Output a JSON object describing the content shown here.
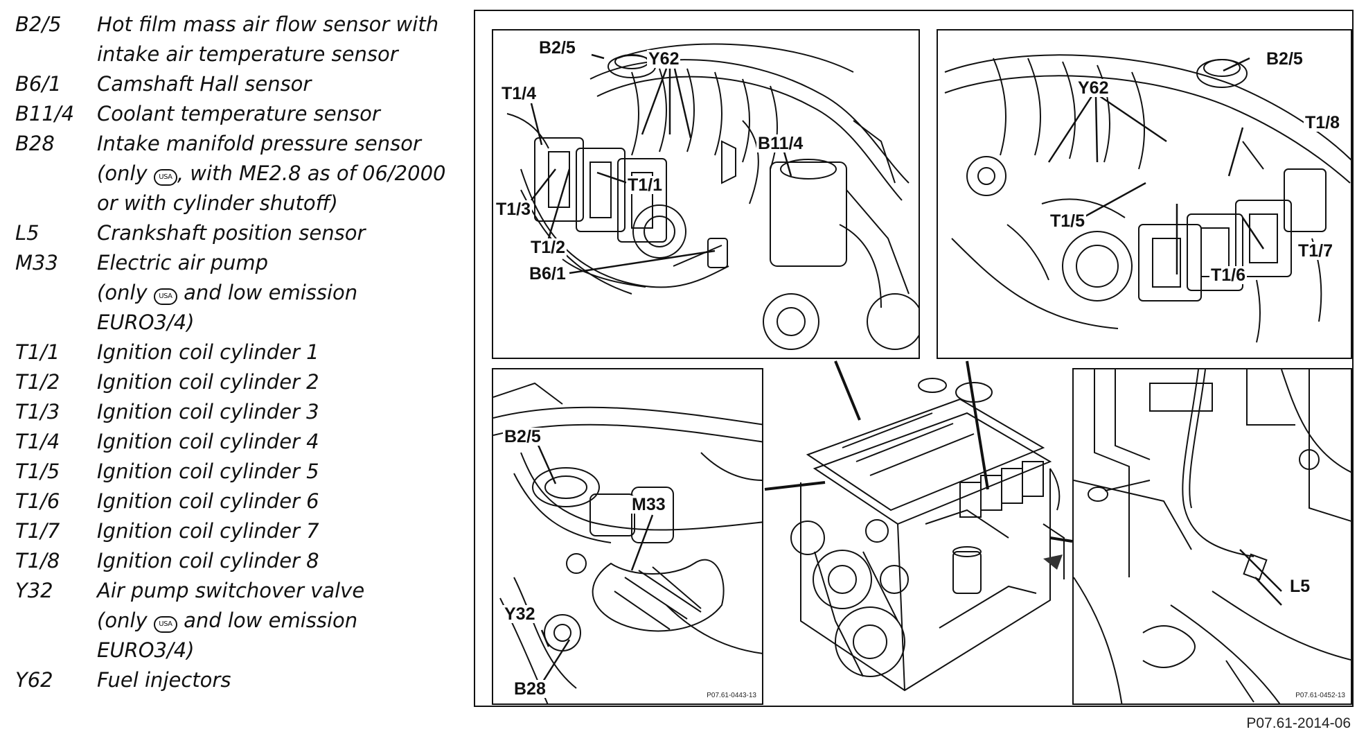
{
  "legend": [
    {
      "code": "B2/5",
      "lines": [
        "Hot film mass air flow sensor with",
        "intake air temperature sensor"
      ]
    },
    {
      "code": "B6/1",
      "lines": [
        "Camshaft Hall sensor"
      ]
    },
    {
      "code": "B11/4",
      "lines": [
        "Coolant temperature sensor"
      ]
    },
    {
      "code": "B28",
      "lines": [
        "Intake manifold pressure sensor"
      ],
      "b28_l2_pre": "(only ",
      "b28_l2_post": ", with ME2.8 as of 06/2000",
      "b28_l3": "or with cylinder shutoff)"
    },
    {
      "code": "L5",
      "lines": [
        "Crankshaft position sensor"
      ]
    },
    {
      "code": "M33",
      "lines": [
        "Electric air pump"
      ],
      "m33_l2_pre": "(only ",
      "m33_l2_post": " and low emission",
      "m33_l3": "EURO3/4)"
    },
    {
      "code": "T1/1",
      "lines": [
        "Ignition coil cylinder 1"
      ]
    },
    {
      "code": "T1/2",
      "lines": [
        "Ignition coil cylinder 2"
      ]
    },
    {
      "code": "T1/3",
      "lines": [
        "Ignition coil cylinder 3"
      ]
    },
    {
      "code": "T1/4",
      "lines": [
        "Ignition coil cylinder 4"
      ]
    },
    {
      "code": "T1/5",
      "lines": [
        "Ignition coil cylinder 5"
      ]
    },
    {
      "code": "T1/6",
      "lines": [
        "Ignition coil cylinder 6"
      ]
    },
    {
      "code": "T1/7",
      "lines": [
        "Ignition coil cylinder 7"
      ]
    },
    {
      "code": "T1/8",
      "lines": [
        "Ignition coil cylinder 8"
      ]
    },
    {
      "code": "Y32",
      "lines": [
        "Air pump switchover valve"
      ],
      "y32_l2_pre": "(only ",
      "y32_l2_post": " and low emission",
      "y32_l3": "EURO3/4)"
    },
    {
      "code": "Y62",
      "lines": [
        "Fuel injectors"
      ]
    }
  ],
  "usa_symbol": "USA",
  "panels": {
    "top_left": {
      "labels": [
        "B2/5",
        "Y62",
        "T1/4",
        "T1/3",
        "T1/1",
        "T1/2",
        "B11/4",
        "B6/1"
      ]
    },
    "top_right": {
      "labels": [
        "B2/5",
        "Y62",
        "T1/8",
        "T1/5",
        "T1/7",
        "T1/6"
      ]
    },
    "bottom_left": {
      "labels": [
        "B2/5",
        "M33",
        "Y32",
        "B28"
      ],
      "part_number": "P07.61-0443-13"
    },
    "bottom_right": {
      "labels": [
        "L5"
      ],
      "part_number": "P07.61-0452-13"
    }
  },
  "figure_ref": "P07.61-2014-06"
}
